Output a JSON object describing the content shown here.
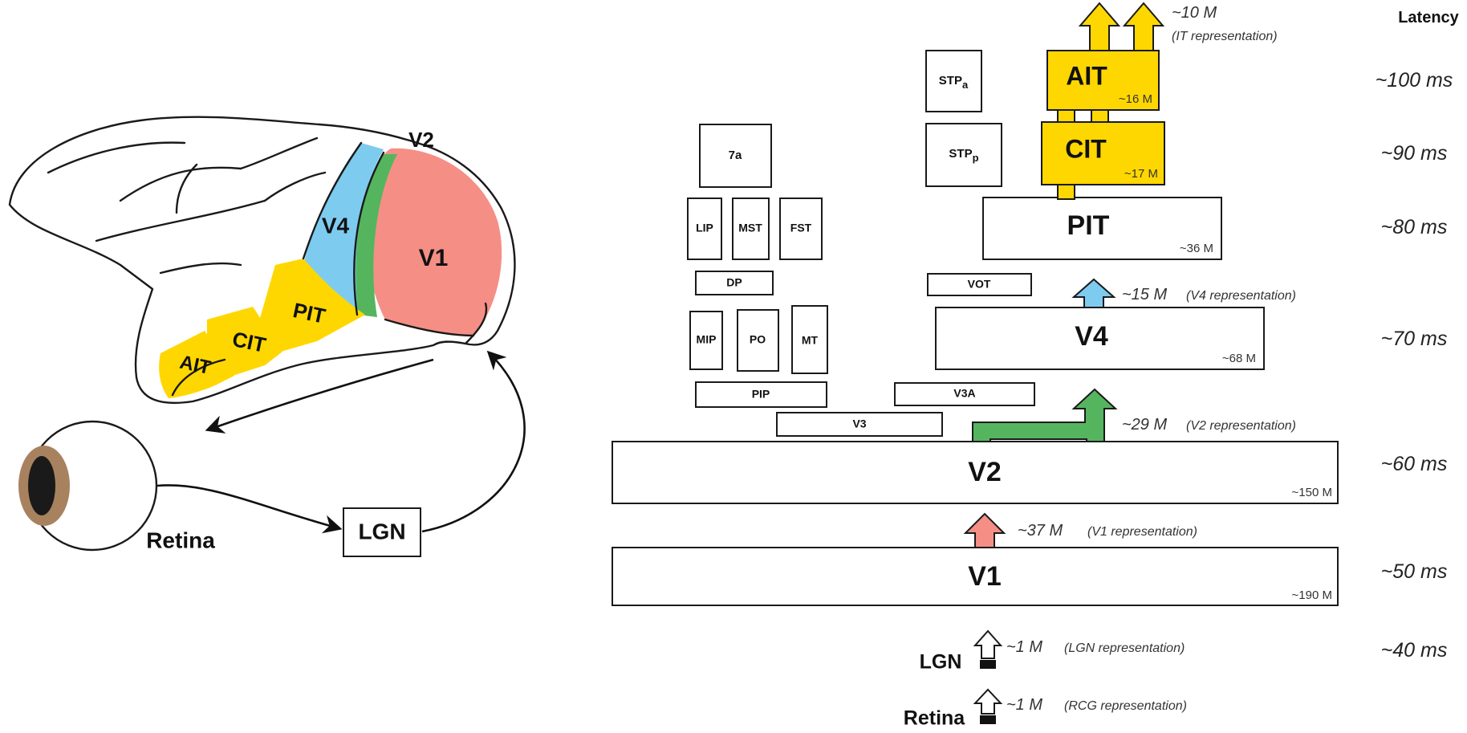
{
  "latency_header": "Latency",
  "latencies": [
    "~100 ms",
    "~90 ms",
    "~80 ms",
    "~70 ms",
    "~60 ms",
    "~50 ms",
    "~40 ms"
  ],
  "brain": {
    "regions": {
      "v1": "V1",
      "v2": "V2",
      "v4": "V4",
      "pit": "PIT",
      "cit": "CIT",
      "ait": "AIT"
    },
    "retina": "Retina",
    "lgn": "LGN",
    "colors": {
      "v1": "#f58f86",
      "v2": "#55b55f",
      "v4": "#7ecbf0",
      "it": "#ffd700",
      "eye_iris": "#a8825f",
      "eye_pupil": "#1a1a1a"
    }
  },
  "hierarchy": {
    "ait": {
      "label": "AIT",
      "count": "~16 M"
    },
    "cit": {
      "label": "CIT",
      "count": "~17 M"
    },
    "pit": {
      "label": "PIT",
      "count": "~36 M"
    },
    "v4": {
      "label": "V4",
      "count": "~68 M"
    },
    "v2": {
      "label": "V2",
      "count": "~150 M"
    },
    "v1": {
      "label": "V1",
      "count": "~190 M"
    },
    "lgn": "LGN",
    "retina": "Retina",
    "side_areas": {
      "stpa_base": "STP",
      "stpa_sub": "a",
      "stpp_base": "STP",
      "stpp_sub": "p",
      "a7": "7a",
      "lip": "LIP",
      "mst": "MST",
      "fst": "FST",
      "dp": "DP",
      "vot": "VOT",
      "mip": "MIP",
      "po": "PO",
      "mt": "MT",
      "pip": "PIP",
      "v3a": "V3A",
      "v3": "V3"
    }
  },
  "representations": [
    {
      "count": "~10 M",
      "label": "(IT representation)"
    },
    {
      "count": "~15 M",
      "label": "(V4 representation)"
    },
    {
      "count": "~29 M",
      "label": "(V2 representation)"
    },
    {
      "count": "~37 M",
      "label": "(V1 representation)"
    },
    {
      "count": "~1 M",
      "label": "(LGN representation)"
    },
    {
      "count": "~1 M",
      "label": "(RCG representation)"
    }
  ]
}
